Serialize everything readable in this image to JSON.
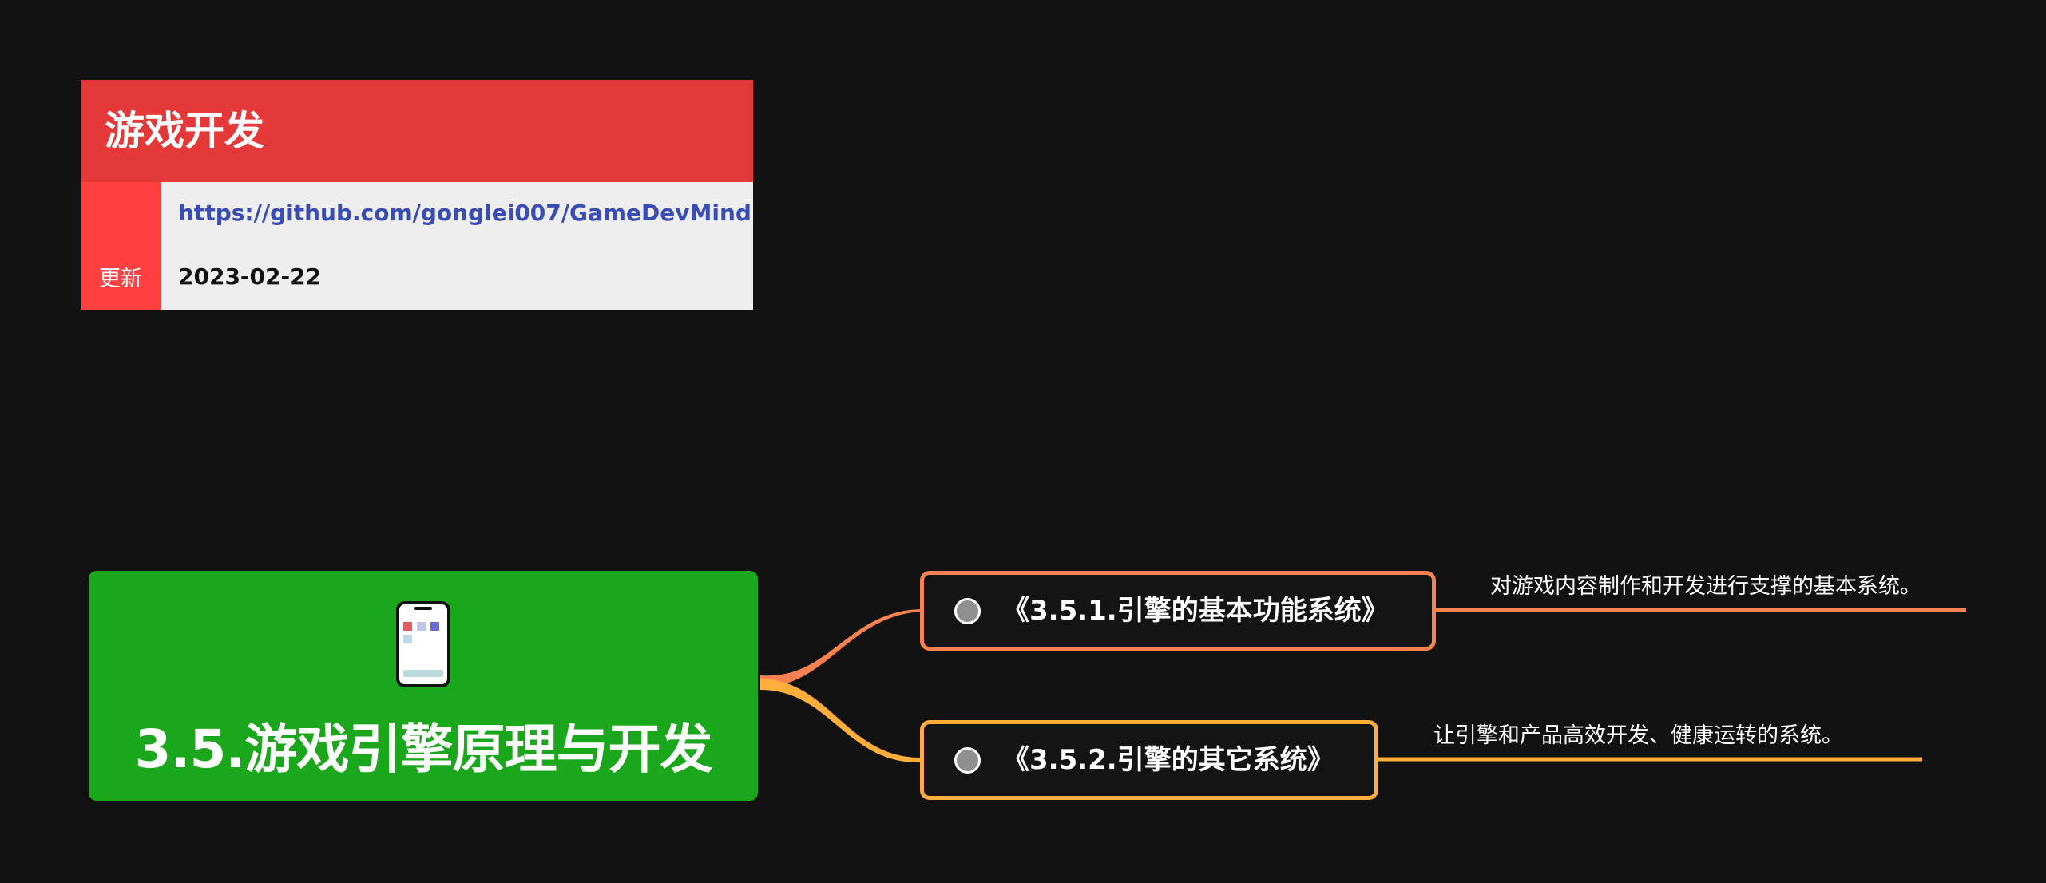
{
  "header_card": {
    "title": "游戏开发",
    "side_label": "更新",
    "link_text": "https://github.com/gonglei007/GameDevMind",
    "date": "2023-02-22",
    "colors": {
      "title_bg": "#e53838",
      "side_bg": "#ff4040",
      "body_bg": "#eeeeee",
      "link": "#3a4db5"
    }
  },
  "root": {
    "title": "3.5.游戏引擎原理与开发",
    "icon": "smartphone-icon",
    "color": "#1ba71b"
  },
  "branches": [
    {
      "label": "《3.5.1.引擎的基本功能系统》",
      "note": "对游戏内容制作和开发进行支撑的基本系统。",
      "color": "#f98250"
    },
    {
      "label": "《3.5.2.引擎的其它系统》",
      "note": "让引擎和产品高效开发、健康运转的系统。",
      "color": "#ffae3c"
    }
  ]
}
